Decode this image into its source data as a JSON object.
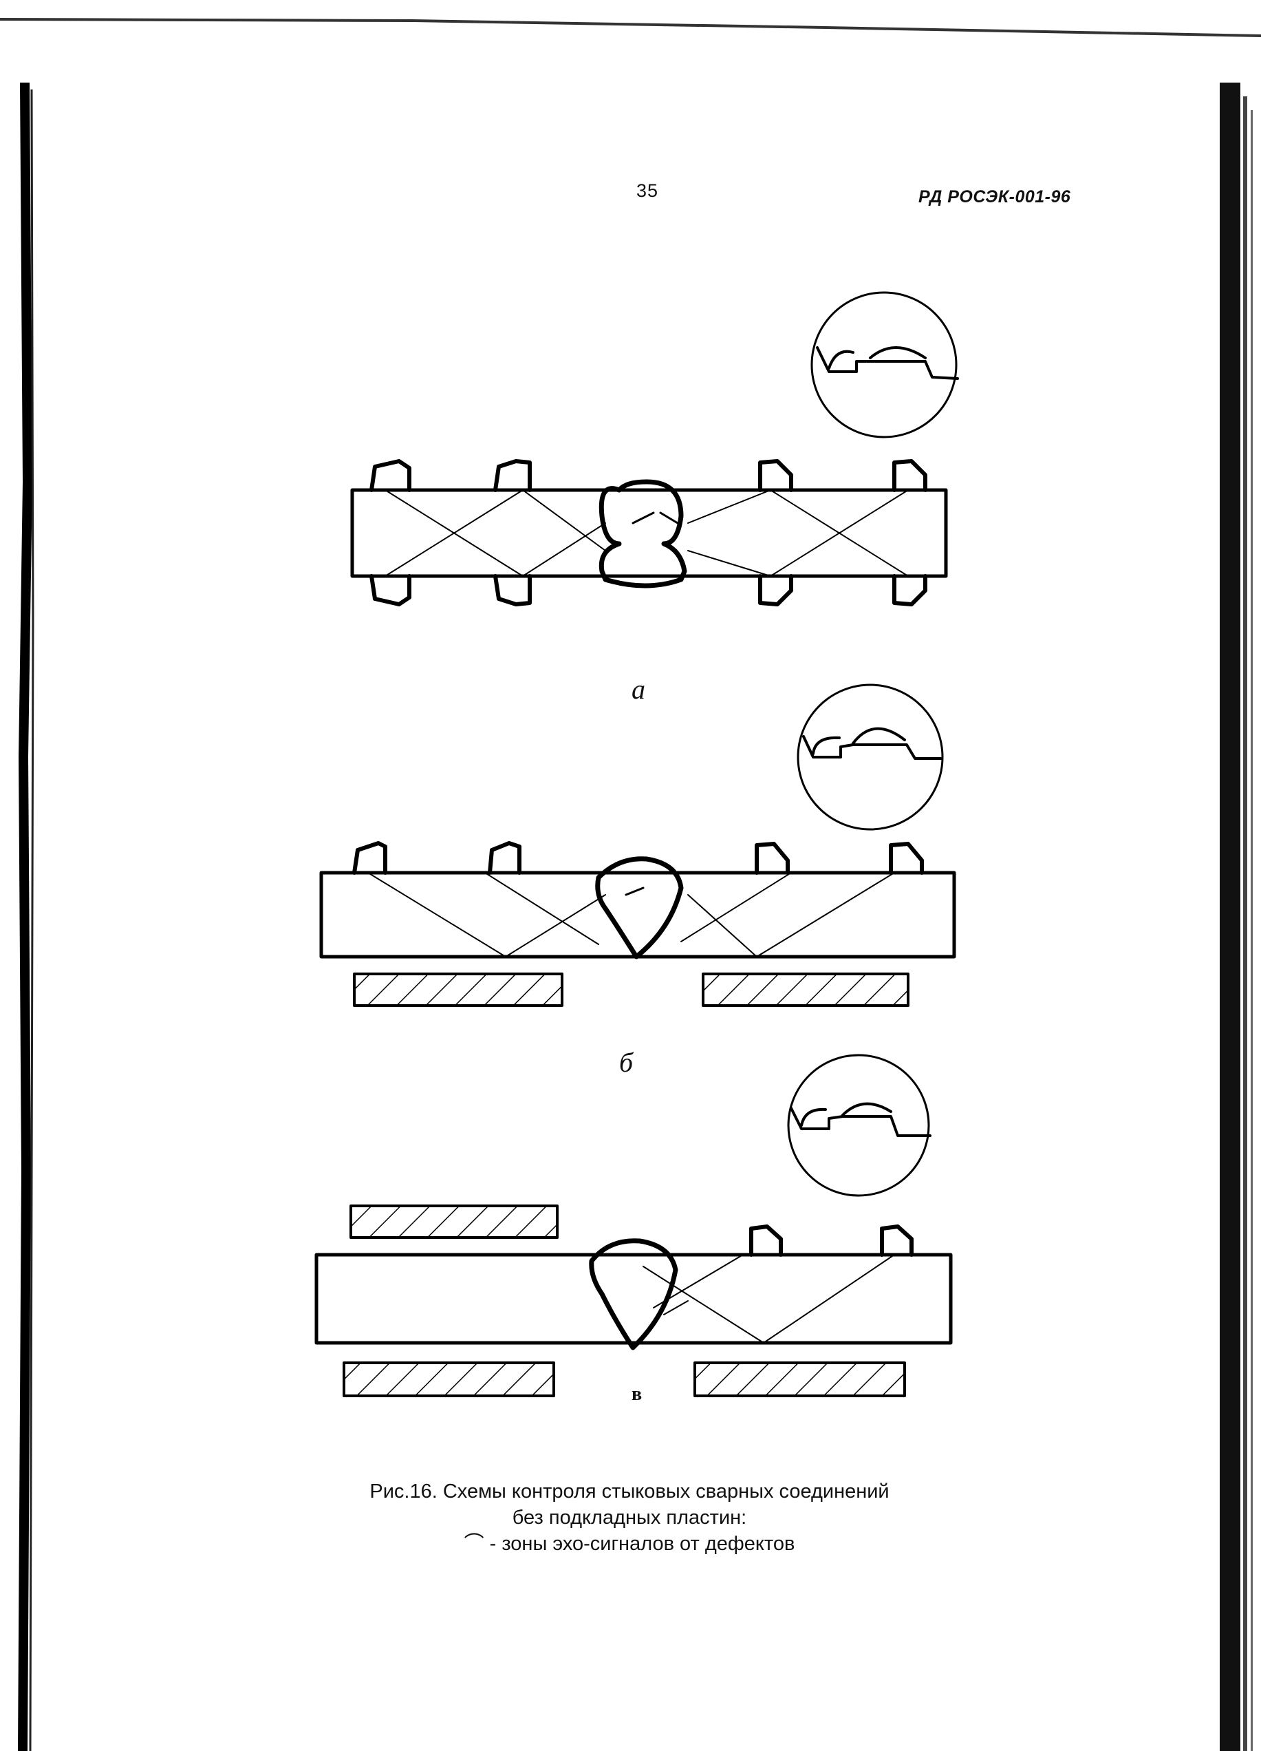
{
  "header": {
    "page_number": "35",
    "doc_code": "РД РОСЭК-001-96"
  },
  "figure": {
    "panels": [
      {
        "label": "а"
      },
      {
        "label": "б"
      },
      {
        "label": "в"
      }
    ]
  },
  "caption": {
    "line1": "Рис.16. Схемы контроля стыковых сварных соединений",
    "line2": "без подкладных пластин:",
    "line3": "⌒ - зоны эхо-сигналов от дефектов"
  }
}
